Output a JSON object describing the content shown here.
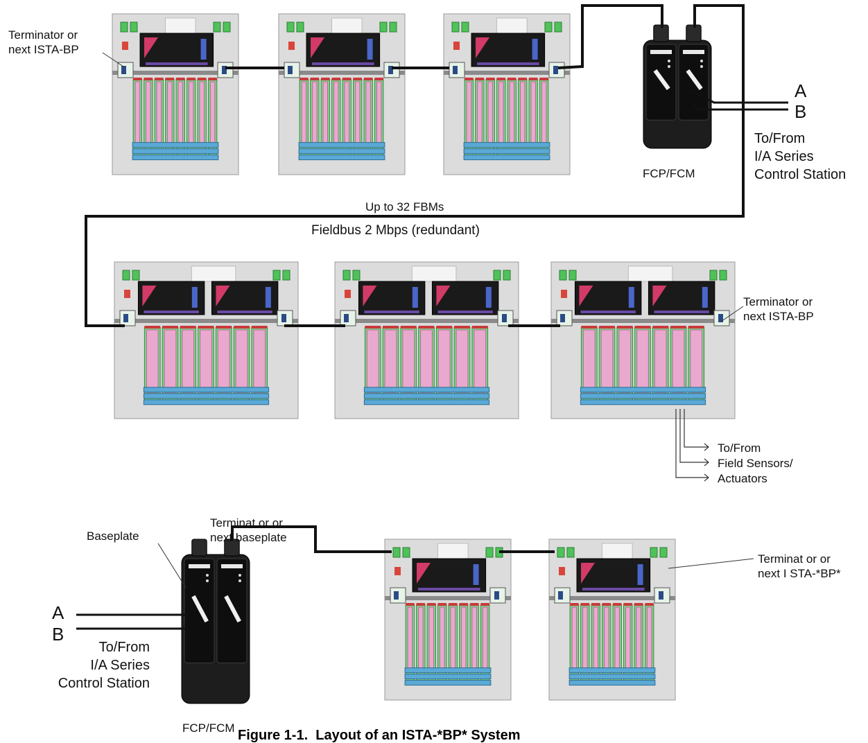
{
  "labels": {
    "terminator_top_left": "Terminator or\nnext ISTA-BP",
    "fcp_top": "FCP/FCM",
    "bus_a_top": "A",
    "bus_b_top": "B",
    "to_from_top": "To/From\nI/A Series\nControl Station",
    "up_to": "Up to 32 FBMs",
    "fieldbus": "Fieldbus 2 Mbps (redundant)",
    "terminator_mid_right": "Terminator or\nnext ISTA-BP",
    "field_sensors": "To/From\nField Sensors/\nActuators",
    "baseplate": "Baseplate",
    "terminator_bottom_mid": "Terminat or or\nnext baseplate",
    "terminator_bottom_right": "Terminat or or\nnext I STA-*BP*",
    "bus_a_bottom": "A",
    "bus_b_bottom": "B",
    "to_from_bottom": "To/From\nI/A Series\nControl Station",
    "fcp_bottom": "FCP/FCM",
    "figure_caption": "Figure 1-1.  Layout of an ISTA-*BP* System"
  },
  "colors": {
    "plate": "#dcdcdc",
    "module_green": "#7fd08a",
    "module_pink": "#e9a9cf",
    "terminal_blue": "#5aa9d6",
    "cable": "#111111",
    "fcp_body": "#1d1d1d",
    "led_green": "#4fc25a"
  }
}
